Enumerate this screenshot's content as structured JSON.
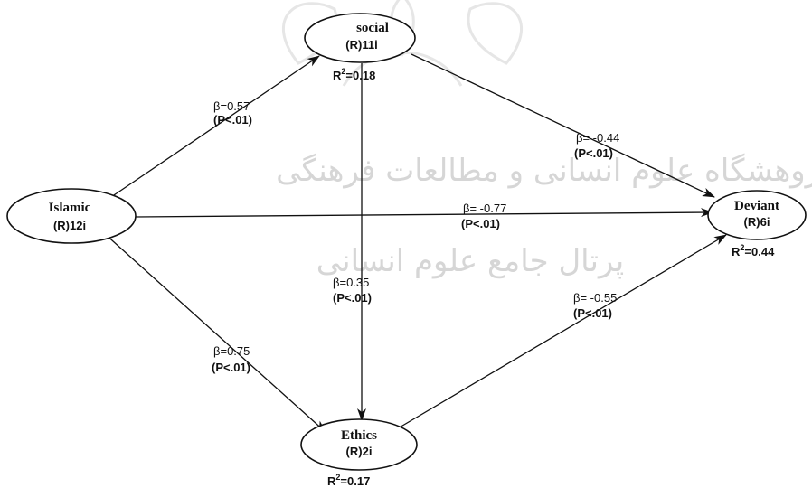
{
  "nodes": {
    "social": {
      "name": "social",
      "code": "(R)11i",
      "r2_label": "R",
      "r2_sup": "2",
      "r2_value": "=0.18"
    },
    "islamic": {
      "name": "Islamic",
      "code": "(R)12i"
    },
    "deviant": {
      "name": "Deviant",
      "code": "(R)6i",
      "r2_label": "R",
      "r2_sup": "2",
      "r2_value": "=0.44"
    },
    "ethics": {
      "name": "Ethics",
      "code": "(R)2i",
      "r2_label": "R",
      "r2_sup": "2",
      "r2_value": "=0.17"
    }
  },
  "paths": {
    "islamic_social": {
      "beta": "β=0.57",
      "p": "(P<.01)"
    },
    "social_deviant": {
      "beta": "β= -0.44",
      "p": "(P<.01)"
    },
    "islamic_deviant": {
      "beta": "β= -0.77",
      "p": "(P<.01)"
    },
    "social_ethics": {
      "beta": "β=0.35",
      "p": "(P<.01)"
    },
    "ethics_deviant": {
      "beta": "β= -0.55",
      "p": "(P<.01)"
    },
    "islamic_ethics": {
      "beta": "β=0.75",
      "p": "(P<.01)"
    }
  },
  "watermark": {
    "line1": "پژوهشگاه علوم انسانی و مطالعات فرهنگی",
    "line2": "پرتال جامع علوم انسانی"
  }
}
